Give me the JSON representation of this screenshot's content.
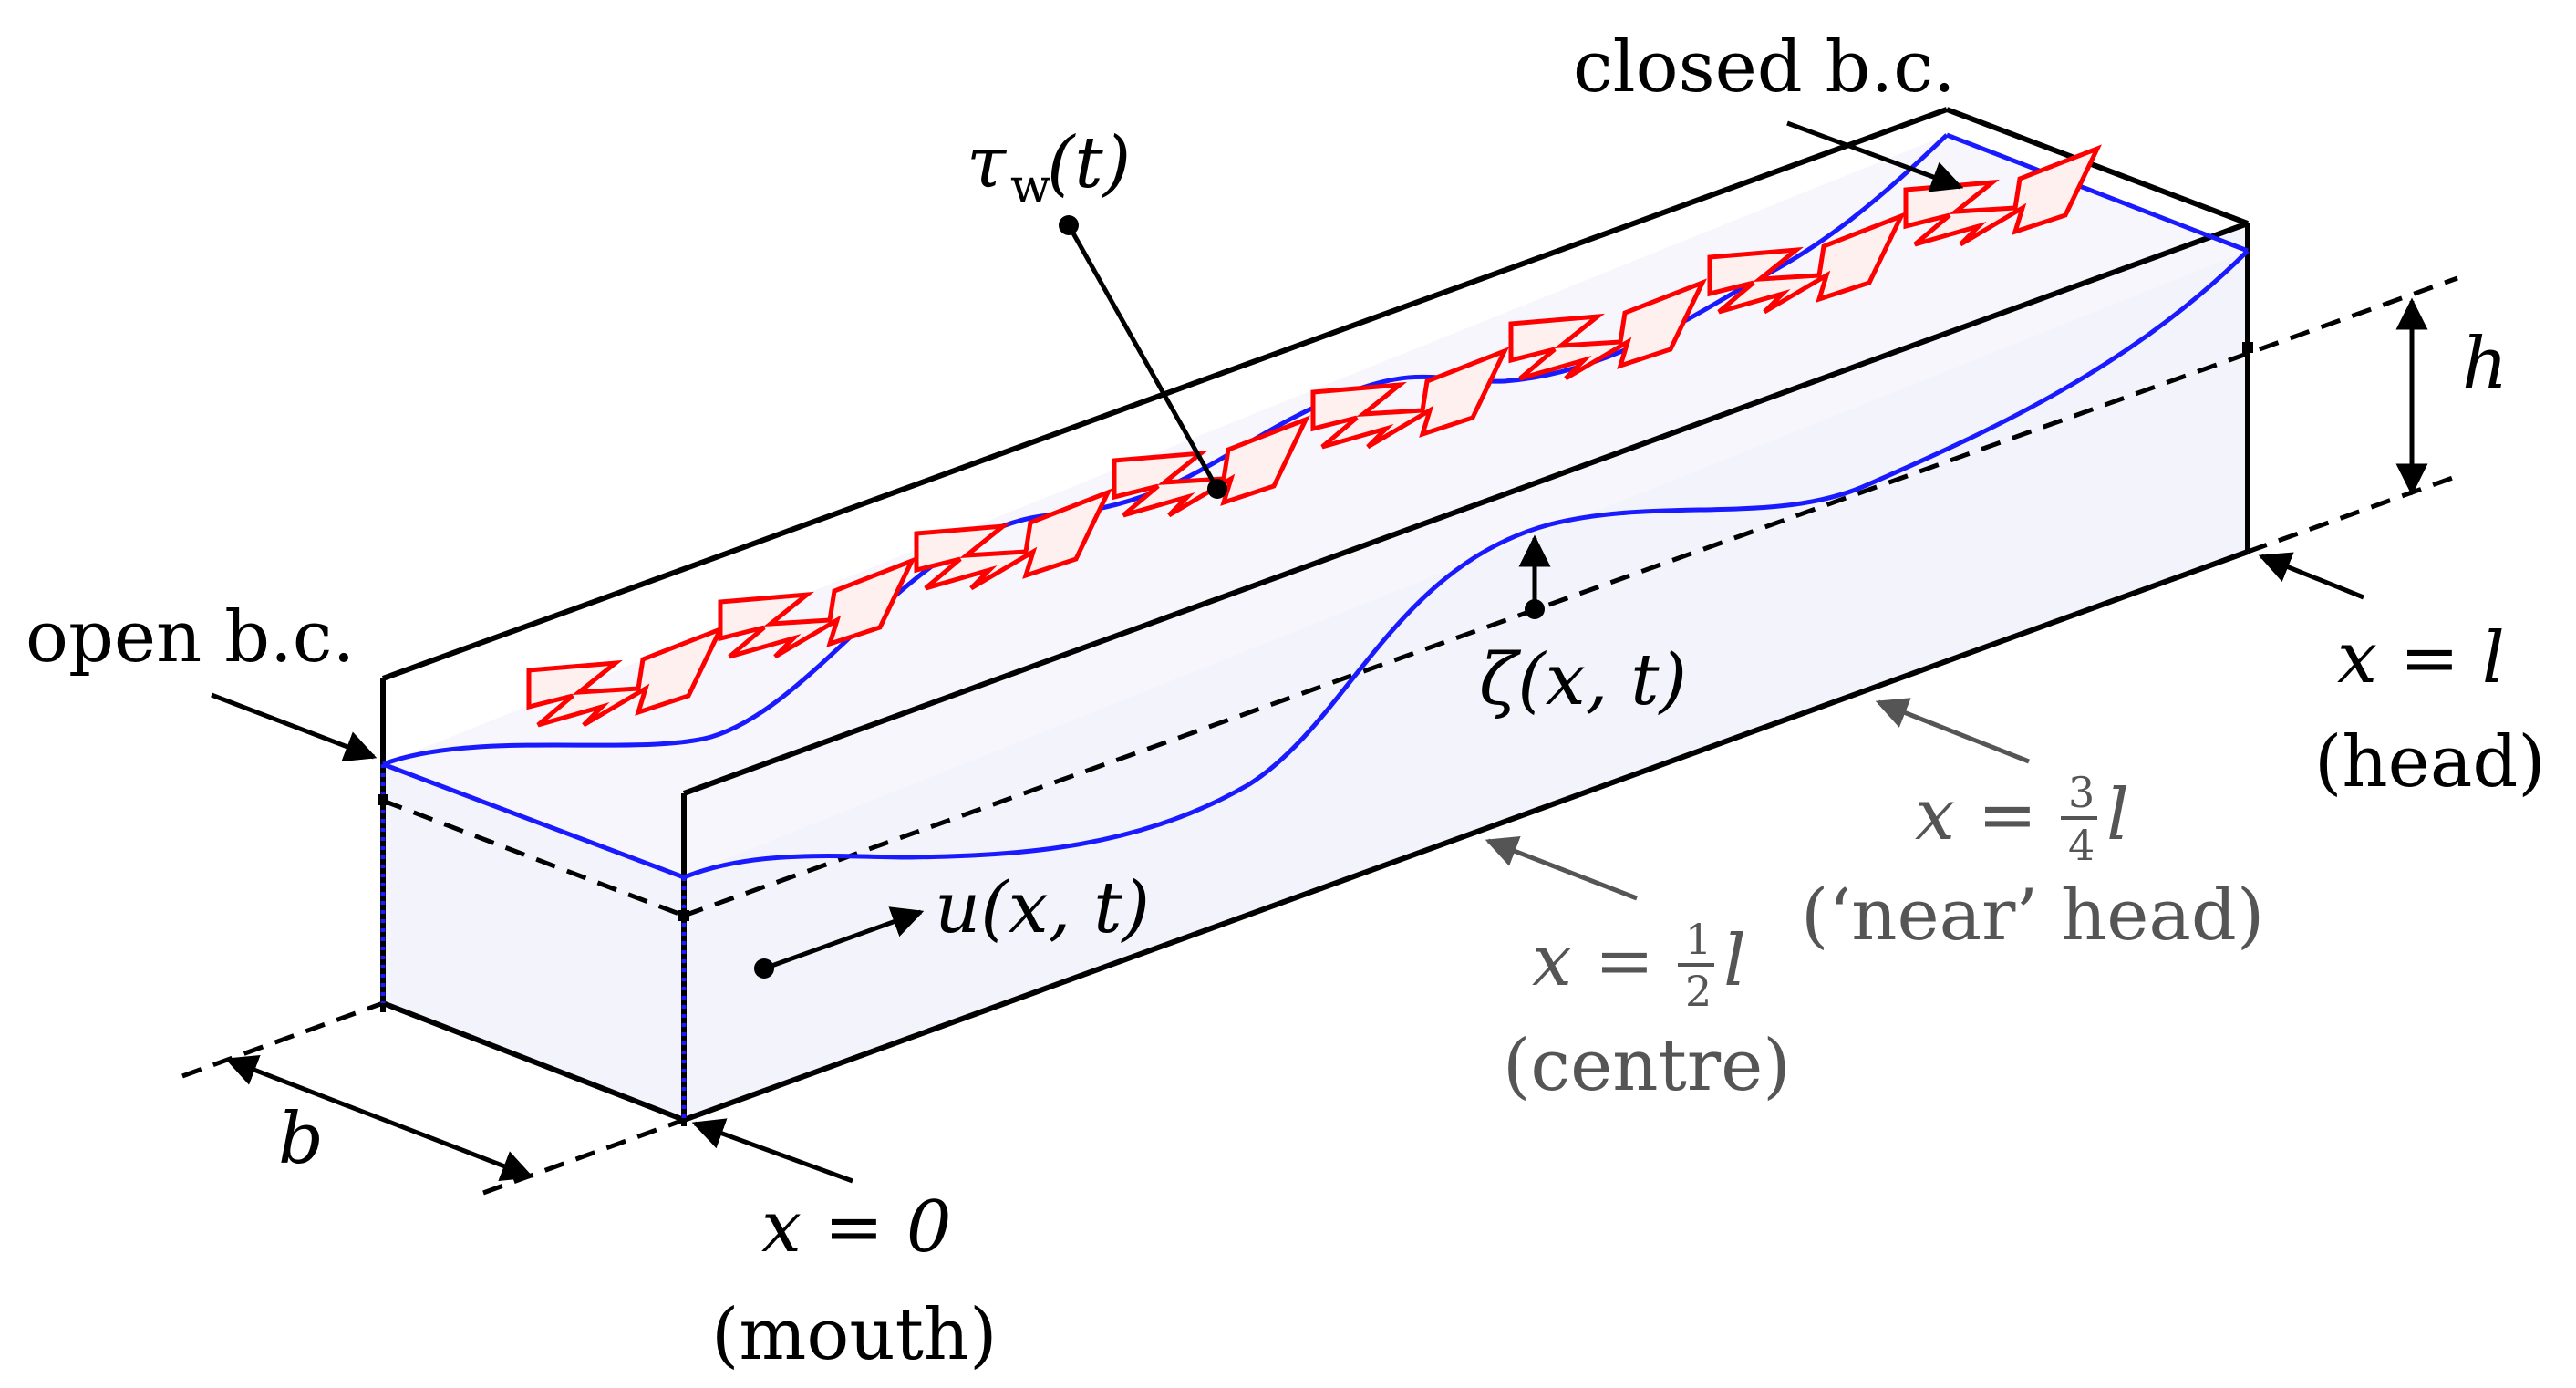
{
  "labels": {
    "closed_bc": "closed b.c.",
    "open_bc": "open b.c.",
    "tau_symbol": "τ",
    "tau_sub": "w",
    "tau_arg": "(t)",
    "zeta": "ζ(x, t)",
    "u": "u(x, t)",
    "h": "h",
    "b": "b",
    "x_l_eq": "x = l",
    "x_l_note": "(head)",
    "x_0_eq": "x = 0",
    "x_0_note": "(mouth)",
    "x_half_lhs": "x =",
    "x_half_num": "1",
    "x_half_den": "2",
    "x_half_rhs": "l",
    "x_half_note": "(centre)",
    "x_3q_lhs": "x =",
    "x_3q_num": "3",
    "x_3q_den": "4",
    "x_3q_rhs": "l",
    "x_3q_note": "(‘near’ head)"
  },
  "colors": {
    "wave": "#1a1aff",
    "stress_arrow_stroke": "#ff0000",
    "stress_arrow_fill": "#fff0f0",
    "box_fill": "#f3f3fc",
    "grey_text": "#555555"
  }
}
